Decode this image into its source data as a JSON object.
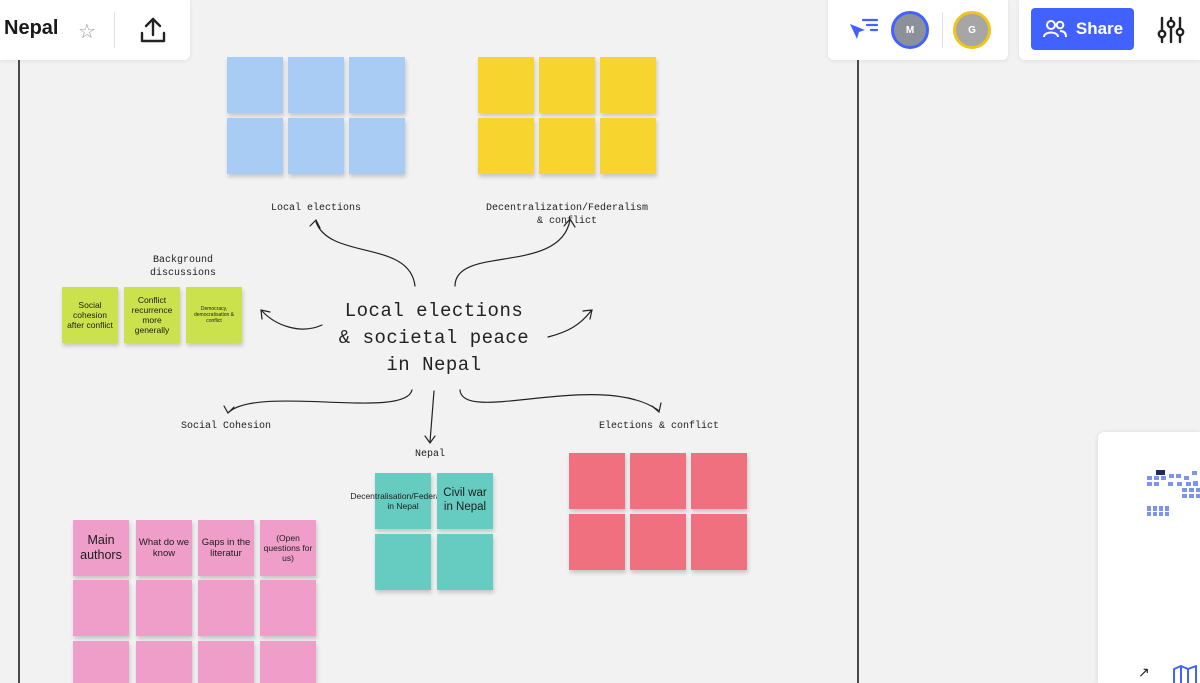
{
  "board": {
    "title": "Nepal",
    "star_icon": "star-icon",
    "upload_icon": "upload-icon"
  },
  "collaborators": [
    {
      "initial": "M",
      "ring_color": "#4262ff"
    },
    {
      "initial": "G",
      "ring_color": "#f0c419"
    }
  ],
  "toolbar": {
    "share_label": "Share",
    "accent": "#4262ff"
  },
  "mindmap": {
    "center": {
      "line1": "Local elections",
      "line2": "& societal peace",
      "line3": "in Nepal"
    },
    "branches": {
      "local_elections": "Local elections",
      "decentralization_line1": "Decentralization/Federalism",
      "decentralization_line2": "& conflict",
      "background_line1": "Background",
      "background_line2": "discussions",
      "social_cohesion": "Social Cohesion",
      "nepal": "Nepal",
      "elections_conflict": "Elections & conflict"
    }
  },
  "notes": {
    "background": [
      "Social cohesion after conflict",
      "Conflict recurrence more generally",
      "Democracy, democratisation & conflict"
    ],
    "nepal": [
      "Decentralisation/Federalsim in Nepal",
      "Civil war in Nepal"
    ],
    "social_cohesion": [
      "Main authors",
      "What do we know",
      "Gaps in the literatur",
      "(Open questions for us)"
    ]
  },
  "colors": {
    "blue": "#a9ccf5",
    "yellow": "#f7d42e",
    "green": "#cce24c",
    "teal": "#66ccc2",
    "red": "#f0707f",
    "pink": "#ee9ec8"
  }
}
